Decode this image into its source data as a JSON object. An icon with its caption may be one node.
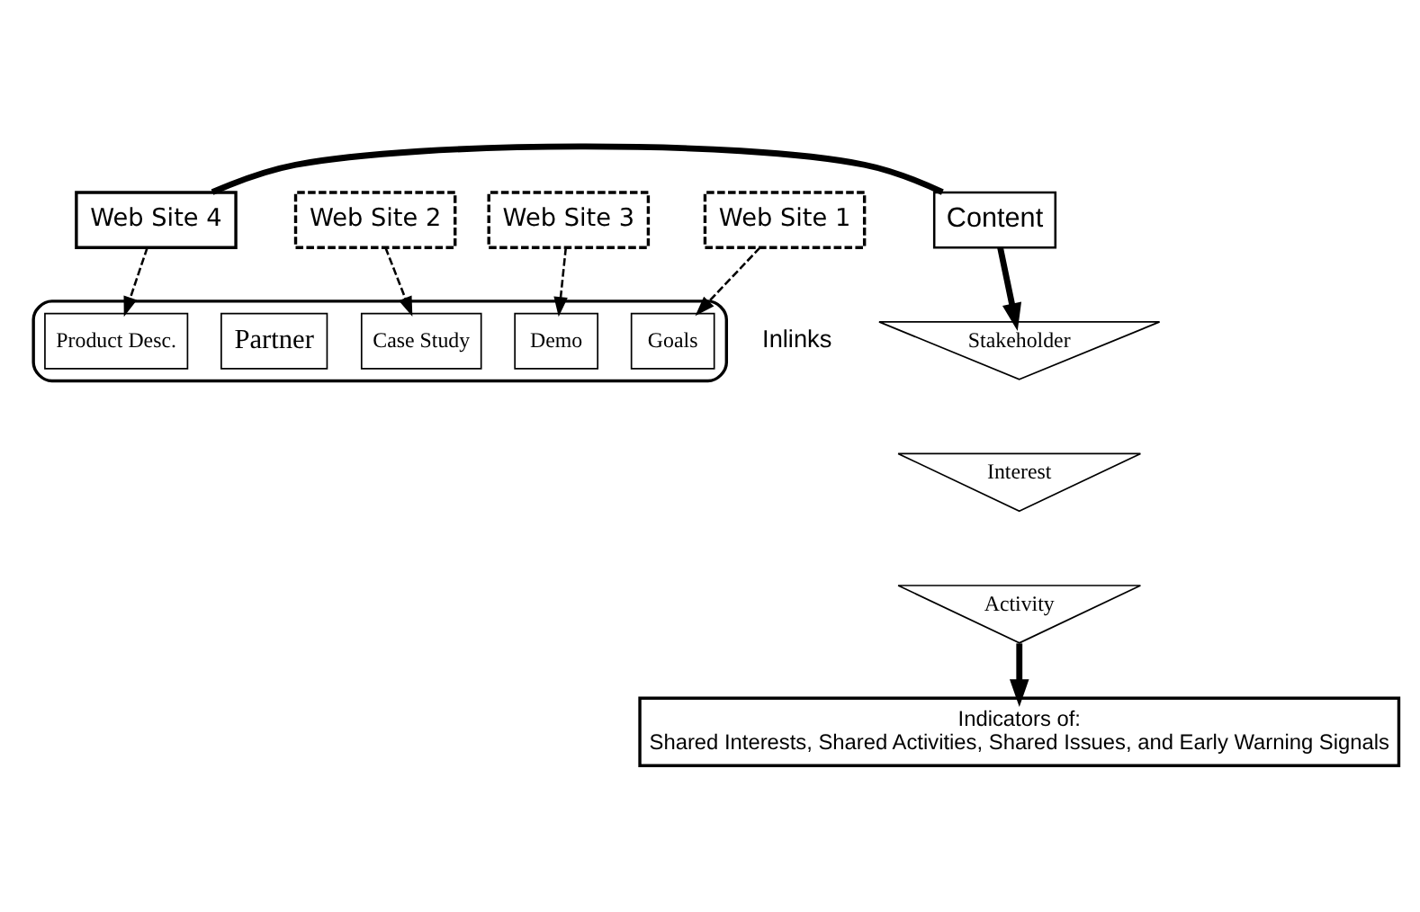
{
  "diagram": {
    "nodes": [
      {
        "text": [
          "Web Site 1"
        ]
      },
      {
        "text": [
          "Web Site 2"
        ]
      },
      {
        "text": [
          "Web Site 3"
        ]
      },
      {
        "text": [
          "Web Site 4"
        ]
      },
      {
        "text": [
          "Content"
        ]
      },
      {
        "text": [
          "Stakeholder"
        ]
      },
      {
        "text": [
          "Interest"
        ]
      },
      {
        "text": [
          "Activity"
        ]
      },
      {
        "text": [],
        "shape": "ellipse"
      },
      {
        "text": [
          "Goals"
        ],
        "in": 8
      },
      {
        "text": [
          "Case Study"
        ],
        "in": 8
      },
      {
        "text": [
          "Demo"
        ],
        "in": 8
      },
      {
        "text": [
          "Partner"
        ],
        "in": 8
      },
      {
        "text": [
          "Product Desc."
        ],
        "in": 8
      },
      {
        "text": [
          "Indicators of:",
          "Shared Interests, Shared Activities, Shared Issues, and Early Warning Signals"
        ]
      }
    ],
    "edges": [
      {
        "from": 0,
        "to": 9,
        "arrow": "to",
        "style": "dashed"
      },
      {
        "from": 1,
        "to": 10,
        "arrow": "to",
        "style": "dashed"
      },
      {
        "from": 2,
        "to": 11,
        "arrow": "to",
        "style": "dashed"
      },
      {
        "from": 3,
        "to": 13,
        "arrow": "to",
        "style": "dashed"
      },
      {
        "from": 3,
        "to": 4,
        "arrow": "none",
        "style": "thick"
      },
      {
        "from": 4,
        "to": 5,
        "arrow": "to",
        "style": "thick"
      },
      {
        "from": 7,
        "to": 14,
        "arrow": "to",
        "style": "thick"
      }
    ],
    "labels": [
      "Inlinks"
    ]
  }
}
